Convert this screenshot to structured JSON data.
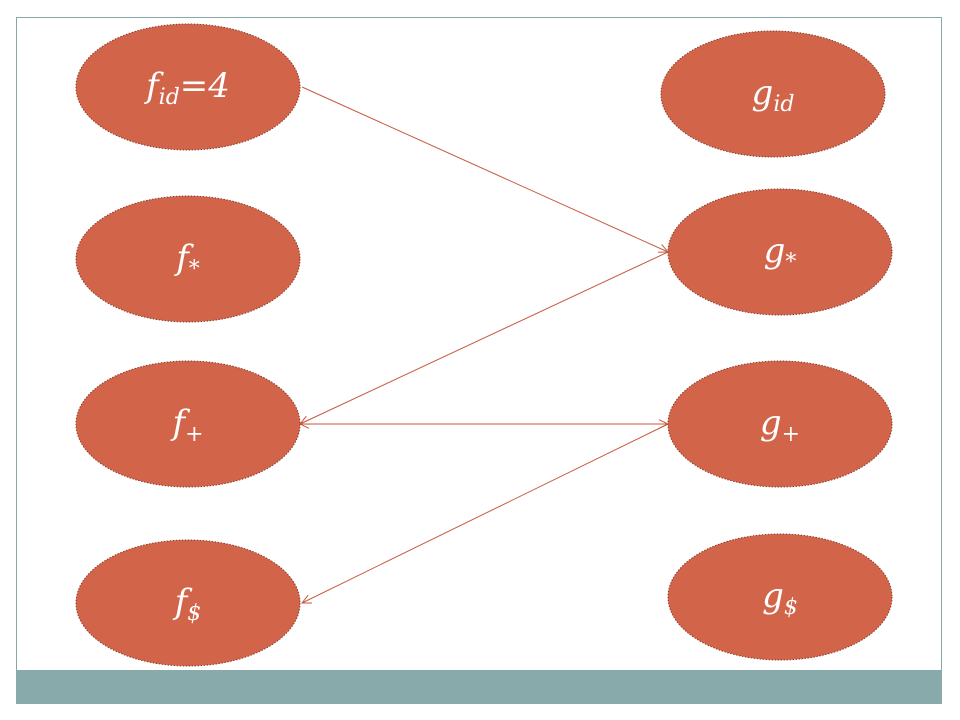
{
  "colors": {
    "node_fill": "#d2644a",
    "edge": "#c75a43",
    "frame": "#8aa8aa",
    "footer": "#89aaab",
    "text": "#ffffff"
  },
  "nodes": [
    {
      "id": "f_id",
      "base": "f",
      "sub": "id",
      "suffix": "=4"
    },
    {
      "id": "f_mul",
      "base": "f",
      "sub": "*",
      "suffix": ""
    },
    {
      "id": "f_add",
      "base": "f",
      "sub": "+",
      "suffix": ""
    },
    {
      "id": "f_end",
      "base": "f",
      "sub": "$",
      "suffix": ""
    },
    {
      "id": "g_id",
      "base": "g",
      "sub": "id",
      "suffix": ""
    },
    {
      "id": "g_mul",
      "base": "g",
      "sub": "*",
      "suffix": ""
    },
    {
      "id": "g_add",
      "base": "g",
      "sub": "+",
      "suffix": ""
    },
    {
      "id": "g_end",
      "base": "g",
      "sub": "$",
      "suffix": ""
    }
  ],
  "edges": [
    {
      "from": "f_id",
      "to": "g_mul"
    },
    {
      "from": "g_mul",
      "to": "f_add"
    },
    {
      "from": "f_add",
      "to": "g_add"
    },
    {
      "from": "g_add",
      "to": "f_add"
    },
    {
      "from": "g_add",
      "to": "f_end"
    }
  ]
}
